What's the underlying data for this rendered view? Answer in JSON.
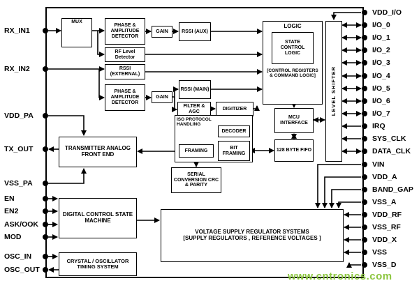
{
  "watermark": {
    "text": "www.cntronics.com",
    "color": "#8CC63F"
  },
  "pins": {
    "left": [
      "RX_IN1",
      "RX_IN2",
      "VDD_PA",
      "TX_OUT",
      "VSS_PA",
      "EN",
      "EN2",
      "ASK/OOK",
      "MOD",
      "OSC_IN",
      "OSC_OUT"
    ],
    "right": [
      "VDD_I/O",
      "I/O_0",
      "I/O_1",
      "I/O_2",
      "I/O_3",
      "I/O_4",
      "I/O_5",
      "I/O_6",
      "I/O_7",
      "IRQ",
      "SYS_CLK",
      "DATA_CLK",
      "VIN",
      "VDD_A",
      "BAND_GAP",
      "VSS_A",
      "VDD_RF",
      "VSS_RF",
      "VDD_X",
      "VSS",
      "VSS_D"
    ]
  },
  "blocks": {
    "mux": "MUX",
    "phase_amp_top": "PHASE & AMPLITUDE DETECTOR",
    "gain_top": "GAIN",
    "rssi_aux": "RSSI (AUX)",
    "rf_level": "RF Level Detector",
    "rssi_ext": "RSSI (EXTERNAL)",
    "phase_amp_bot": "PHASE & AMPLITUDE DETECTOR",
    "gain_bot": "GAIN",
    "rssi_main": "RSSI (MAIN)",
    "filter_agc": "FILTER & AGC",
    "digitizer": "DIGITIZER",
    "logic_title": "LOGIC",
    "state_control": "STATE CONTROL LOGIC",
    "control_registers": "[CONTROL REGISTERS & COMMAND LOGIC]",
    "level_shifter": "LEVEL SHIFTER",
    "iso_protocol": "ISO PROTOCOL HANDLING",
    "decoder": "DECODER",
    "framing": "FRAMING",
    "bit_framing": "BIT FRAMING",
    "mcu_interface": "MCU INTERFACE",
    "fifo": "128 BYTE FIFO",
    "serial_conversion": "SERIAL CONVERSION CRC & PARITY",
    "transmitter": "TRANSMITTER ANALOG FRONT END",
    "digital_control": "DIGITAL CONTROL STATE MACHINE",
    "crystal": "CRYSTAL / OSCILLATOR TIMING SYSTEM",
    "vreg_line1": "VOLTAGE SUPPLY REGULATOR SYSTEMS",
    "vreg_line2": "[SUPPLY REGULATORS , REFERENCE VOLTAGES ]"
  }
}
